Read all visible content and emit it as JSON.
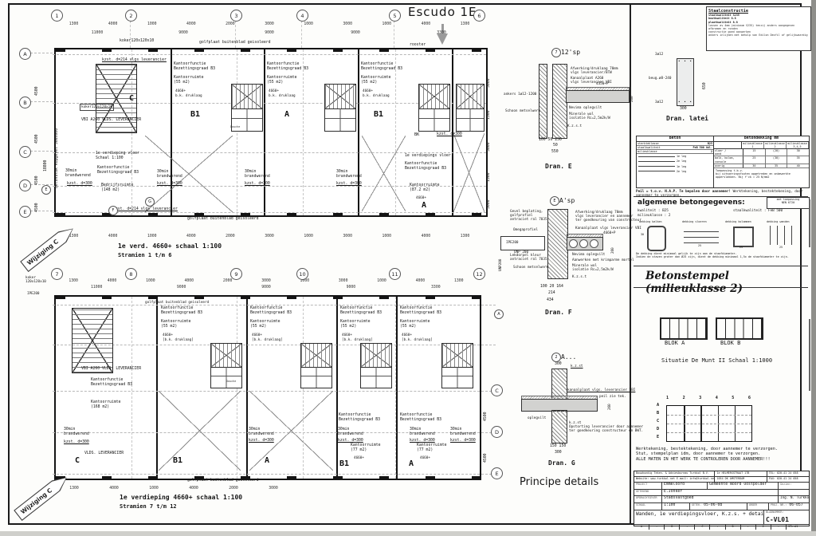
{
  "sheet": {
    "title": "Escudo 1E",
    "stamp": "Wijziging C",
    "principe": "Principe details"
  },
  "tp": {
    "cols": [
      "1",
      "2",
      "3",
      "4",
      "5",
      "6"
    ],
    "rows": [
      "A",
      "B",
      "C",
      "D",
      "E"
    ],
    "dims1": [
      "1300",
      "4000",
      "1000",
      "4000",
      "2000",
      "3000",
      "1000",
      "3000",
      "1000",
      "4000",
      "1300"
    ],
    "dims2": [
      "11000",
      "9000",
      "9000",
      "9000",
      "3300"
    ],
    "dims_bottom": [
      "1300",
      "4000",
      "1000",
      "4000",
      "2000",
      "3000",
      "1000",
      "3000",
      "1000",
      "4000",
      "1300"
    ],
    "left_dims": [
      "4500",
      "4500",
      "4500",
      "4500"
    ],
    "left_total": "18800",
    "right_dims": [
      "3000",
      "1500",
      "3000",
      "1500",
      "3000"
    ],
    "koker_a": "koker120x120x10",
    "koker_b": "koker120x120x10",
    "golfplaat_top": "golfplaat buitenblad geisoleerd",
    "golfplaat_bottom": "golfplaat buitenblad geisoleerd",
    "rooster": "rooster",
    "kzst214": "kzst. d=214 vlgs leverancier",
    "kzst214_b": "kzst. d=214 vlgs leverancier",
    "betonblok": "betonblok kopgevel 300x600",
    "vbi": "VBI A260 VLDS. LEVERANCIER",
    "plan_note": "1e verdieping vloer\nSchaal 1:100",
    "kantoorfunctie": "Kantoorfunctie\nBezettingsgraad B3",
    "bedrijfsruimte": "Bedrijfsruimte\n(148 m2)",
    "kantoor55": "Kantoorruimte\n(55 m2)",
    "kantoor87": "Kantoorruimte\n(87.2 m2)",
    "vloer_label": "1e verdiepings vloer",
    "level": "4660+",
    "druklaag": "b.k. druklaag",
    "brand": "30min\nbrandwerend",
    "kzst300": "kzst. d=300",
    "douche": "Douche",
    "bk": "BK",
    "zones": [
      "C",
      "B1",
      "A",
      "B1",
      "A"
    ],
    "sections": [
      "E",
      "F",
      "G"
    ],
    "caption1": "1e verd. 4660+ schaal 1:100",
    "caption2": "Stramien 1 t/m 6"
  },
  "bp": {
    "cols": [
      "7",
      "8",
      "9",
      "10",
      "11",
      "12"
    ],
    "rows_right": [
      "C",
      "D",
      "E"
    ],
    "right_dims": [
      "4500",
      "4500"
    ],
    "dims1": [
      "1300",
      "4000",
      "1000",
      "4000",
      "2000",
      "3000",
      "1000",
      "3000",
      "1000",
      "4000",
      "1300"
    ],
    "dims2": [
      "11000",
      "9000",
      "9000",
      "9000",
      "3300"
    ],
    "dims_bottom": [
      "1300",
      "4000",
      "1000",
      "4000",
      "2000",
      "3000"
    ],
    "koker": "koker\n120x120x10",
    "ipe": "IPE200",
    "golfplaat_top": "golfplaat buitenblad geisoleerd",
    "golfplaat_bottom": "golfplaat buitenblad geisoleerd",
    "vbi": "VBI A260 VLDS. LEVERANCIER",
    "kantoorfunctie": "Kantoorfunctie\nBezettingsgraad B3",
    "kantoor168": "Kantoorruimte\n(168 m2)",
    "kantoor55": "Kantoorruimte\n(55 m2)",
    "kantoor77": "Kantoorruimte\n(77 m2)",
    "level": "4660+",
    "druklaag": "[b.k. druklaag]",
    "brand": "30min\nbrandwerend",
    "kzst300": "kzst. d=300",
    "vlds": "VLDS. LEVERANCIER",
    "douche": "Douche",
    "zones": [
      "C",
      "B1",
      "A",
      "B1",
      "A"
    ],
    "caption1": "1e verdieping 4660+ schaal 1:100",
    "caption2": "Stramien 7 t/m 12"
  },
  "de": {
    "bubble": "7",
    "ref": "12'sp",
    "caption": "Dran. E",
    "lab1": "Afwerking/druklaag 70mm\nvlgs leverancier/BTW",
    "lab2": "Kanaalplaat A260\nvlgs leverancier VBI",
    "level": "4350+P",
    "dim260": "260",
    "anchor": "ankers 1ø12-1200",
    "metsel": "Schoon metselwerk",
    "vilt": "Nevima oplegvilt",
    "wol": "Minerale wol\nisolatie Rc=2,5m2k/W",
    "kzst": "K.z.s.t",
    "dims1": "100 50  250",
    "dims2": "50",
    "dims3": "550"
  },
  "df": {
    "bubble": "E",
    "ref": "A'sp",
    "caption": "Dran. F",
    "bubble2": "A",
    "gevel": "Gevel beplating,\ngolfprofiel\nantraciet ral 7035",
    "omega": "Omegaprofiel",
    "ipe": "IPE200",
    "unp": "UNP 200",
    "unp_v": "UNP200",
    "lekdorpel": "Lekdorpel kleur\nantraciet ral 7035",
    "metsel": "Schoon metselwerk",
    "afwerking": "Afwerking/druklaag 70mm\nvlgs leverancier en aannemer\nter goedkeuring van constructeur",
    "kanaalplaat": "Kanaalplaat vlgs leverancier VBI",
    "level": "4660+P",
    "dim260": "260",
    "vilt": "Nevima oplegvilt",
    "mortel": "Aanwerken met krimparme mortel",
    "wol": "Minerale wol\nisolatie Rc=2,5m2k/W",
    "kzst": "K.z.s.t",
    "dims1": "100 20  164",
    "dims2": "214",
    "dims3": "434"
  },
  "dg": {
    "bubble": "2",
    "ref": "A...",
    "caption": "Dran. G",
    "dim300_top": "300",
    "kzst_top": "k.z.st",
    "kanaalplaat": "kanaalplaat vlgs. leverancier VBI",
    "peil": "peil zie tek.",
    "dim260": "260",
    "vilt": "oplegvilt",
    "opstort": "k.z.st\nOpstorting leverancier door aannemer\nter goedkeuring constructeur en BWT.",
    "dims1": "150 150",
    "dims2": "300"
  },
  "rp": {
    "staal_title": "Staalconstructie",
    "staal_bold": [
      "staalkwaliteit  S235",
      "boutkwaliteit  8.8",
      "plaatkwaliteit  8.8"
    ],
    "staal_small": [
      "lassen av 4mm (minimum S235) tenzij anders aangegeven",
      "afbramen en ronden",
      "constructie goed aanwerken",
      "ankers inlijmen met behulp van Edilon Dexfil of gelijkwaardig"
    ],
    "latei": {
      "top": "3ø12",
      "bottom": "3ø12",
      "beugel": "beug.ø8-240",
      "h": "650",
      "w": "300",
      "caption": "Dran. latei",
      "dots": "• • •"
    },
    "table": {
      "beton": "Beton",
      "dekking": "Betondekking mm",
      "left_rows": [
        {
          "k": "sterkteklasse",
          "v": "B25"
        },
        {
          "k": "staalkwaliteit",
          "v": "FeB 500 hkl."
        },
        {
          "k": "milieuklasse",
          "v": "2"
        }
      ],
      "legend": [
        "1e leg",
        "2e leg",
        "1e leg",
        "2e leg"
      ],
      "sub": [
        "milieuklasse\n1",
        "milieuklasse\n2",
        "milieuklasse\n3,4,5"
      ],
      "rows": [
        {
          "k": "vloer /\nwand",
          "v": [
            "15",
            "(20)",
            "30"
          ]
        },
        {
          "k": "balk, kolom,\nconsole",
          "v": [
            "25",
            "(30)",
            "35"
          ]
        },
        {
          "k": "overig",
          "v": [
            "30",
            "35",
            "40"
          ]
        }
      ],
      "foot": "Toepassing t.b.v.\nbij uitvoeringsfouten opgetreden en onbewerkte\noppervlakken. Bij f'ck = 25 N/mm2"
    },
    "peil_bold": "Peil = t.o.v. N.A.P. Te bepalen door aannemer!",
    "peil_rest": "  Werktekening, bestektekening, door aannemer te verzorgen.",
    "alg_title": "algemene betongegevens:",
    "alg_corner": "met toepassing\nNEN 6720",
    "alg_pairs": [
      {
        "k": "kwaliteit",
        "v": ": B25"
      },
      {
        "k": "milieuklasse",
        "v": ": 2"
      },
      {
        "k": "staalkwaliteit",
        "v": ": FeB 500"
      }
    ],
    "diagrams": [
      "dekking balken",
      "dekking vloeren",
      "dekking kolommen",
      "dekking wanden"
    ],
    "diagram_dims": [
      "30",
      "25",
      "25",
      "25"
    ],
    "alg_notes": "De dekking dient minimaal gelijk te zijn aan de staafdiameter.\nIndien de staven groter dan Ø25 zijn, dient de dekking minimaal 1,5x de staafdiameter te zijn.",
    "stempel": "Betonstempel (milieuklasse 2)",
    "blok_a": "BLOK A",
    "blok_b": "BLOK B",
    "situatie": "Situatie De Munt II   Schaal 1:1000",
    "key_cols": [
      "1",
      "2",
      "3",
      "4",
      "5",
      "6"
    ],
    "key_rows": [
      "A",
      "B",
      "C",
      "D",
      "E"
    ],
    "werk_notes": "Werktekening, bestektekening, door aannemer te verzorgen.\nStut, stempelplan idm, door aannemer te verzorgen.\nALLE MATEN IN HET WERK TE CONTROLEREN DOOR AANNEMER!!!"
  },
  "tb": {
    "firm": "Bouwkundig Teken- & Adviesbureau Turkkol B.V.",
    "addr": "1e HELMERSSTRAAT 17B",
    "tel": "TEL: 020-41 24 058",
    "web": "Website: www.turkkol.net   E-mail: info@turkkol.net",
    "city": "1054 DK AMSTERDAM",
    "fax": "FAX: 020-41 24 058",
    "project_label": "PROJECT",
    "project": "Emmeloord",
    "gemeente": "Gemeente Noord Oostpolder",
    "gezien_label": "Gezien:",
    "getekend_label": "GETEKEND",
    "getekend": "E.Jonker",
    "opdr_label": "OPDRACHTGEVER",
    "opdr": "Stadsvastgoed",
    "ing": "Ing. N. Turkkol",
    "schaal_label": "SCHAAL",
    "schaal": "1:100",
    "datum_label": "GETEK.",
    "datum": "05-06-08",
    "order_label": "ORDER",
    "projnr_label": "PROJ. NR.:",
    "projnr": "06-057",
    "omschrijving": "Wanden, 1e verdiepingsvloer, K.z.s. + details\nNieuwbouw bedrijfsunit De Munt II\nEmmeloord",
    "blad_label": "BLADNUMMER:",
    "blad": "C-VL01",
    "rev": [
      "A",
      "-",
      "B",
      "-",
      "C",
      "-",
      "D",
      "-",
      "E",
      "-"
    ],
    "formaat": "VPL-A1"
  }
}
